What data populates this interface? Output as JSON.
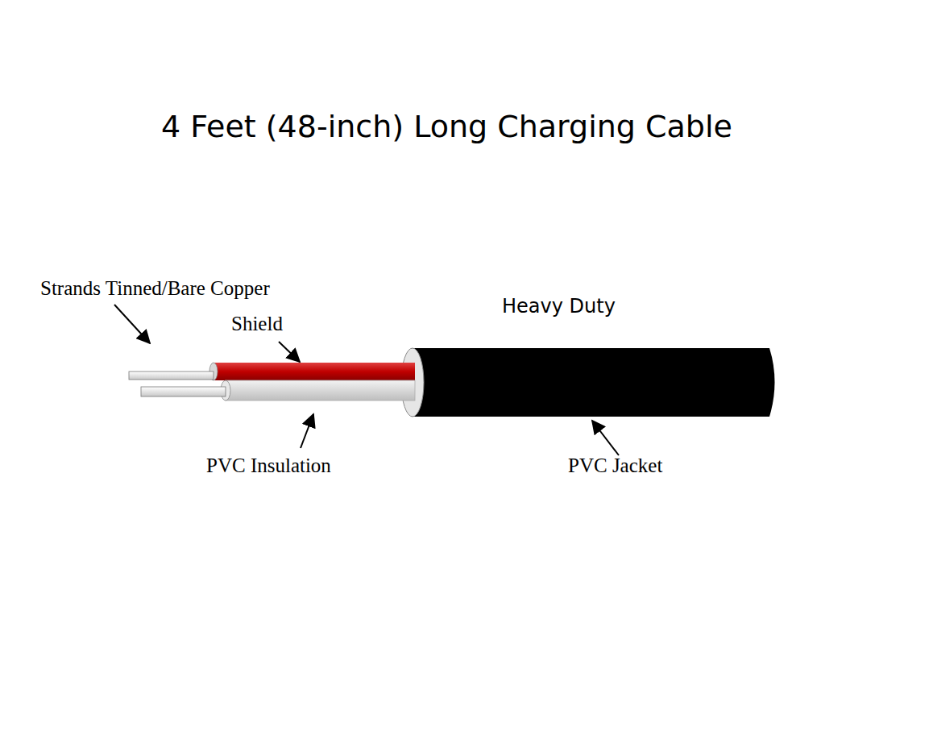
{
  "diagram": {
    "title": "4 Feet (48-inch) Long Charging Cable",
    "labels": [
      "Strands Tinned/Bare Copper",
      "Shield",
      "Heavy Duty",
      "PVC Insulation",
      "PVC Jacket"
    ]
  }
}
